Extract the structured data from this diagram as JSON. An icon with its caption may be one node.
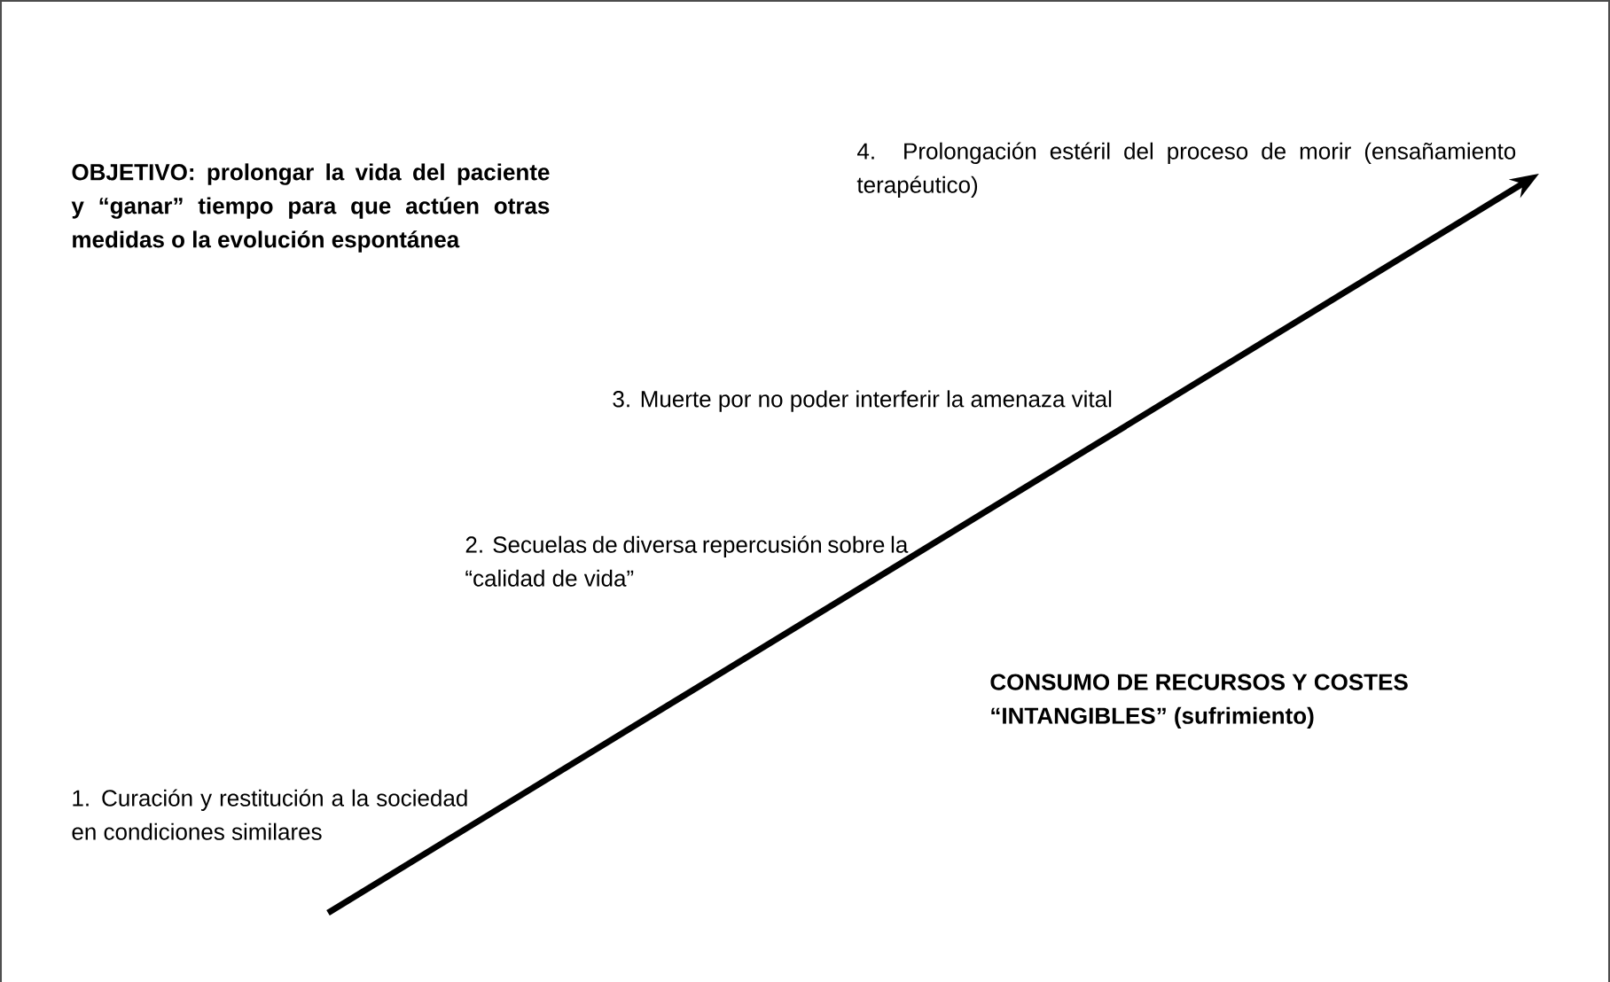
{
  "diagram": {
    "labels": [
      "OBJETIVO: prolongar la vida del paciente y “ganar” tiempo para que actúen otras medidas o la evolución espontánea",
      "4. Prolongación estéril del proceso de morir (ensañamiento terapéutico)",
      "3. Muerte por no poder interferir la amenaza vital",
      "2. Secuelas de diversa repercusión sobre la “calidad de vida”",
      "CONSUMO DE RECURSOS Y COSTES “INTANGIBLES” (sufrimiento)",
      "1. Curación y restitución a la sociedad en condiciones similares"
    ]
  }
}
